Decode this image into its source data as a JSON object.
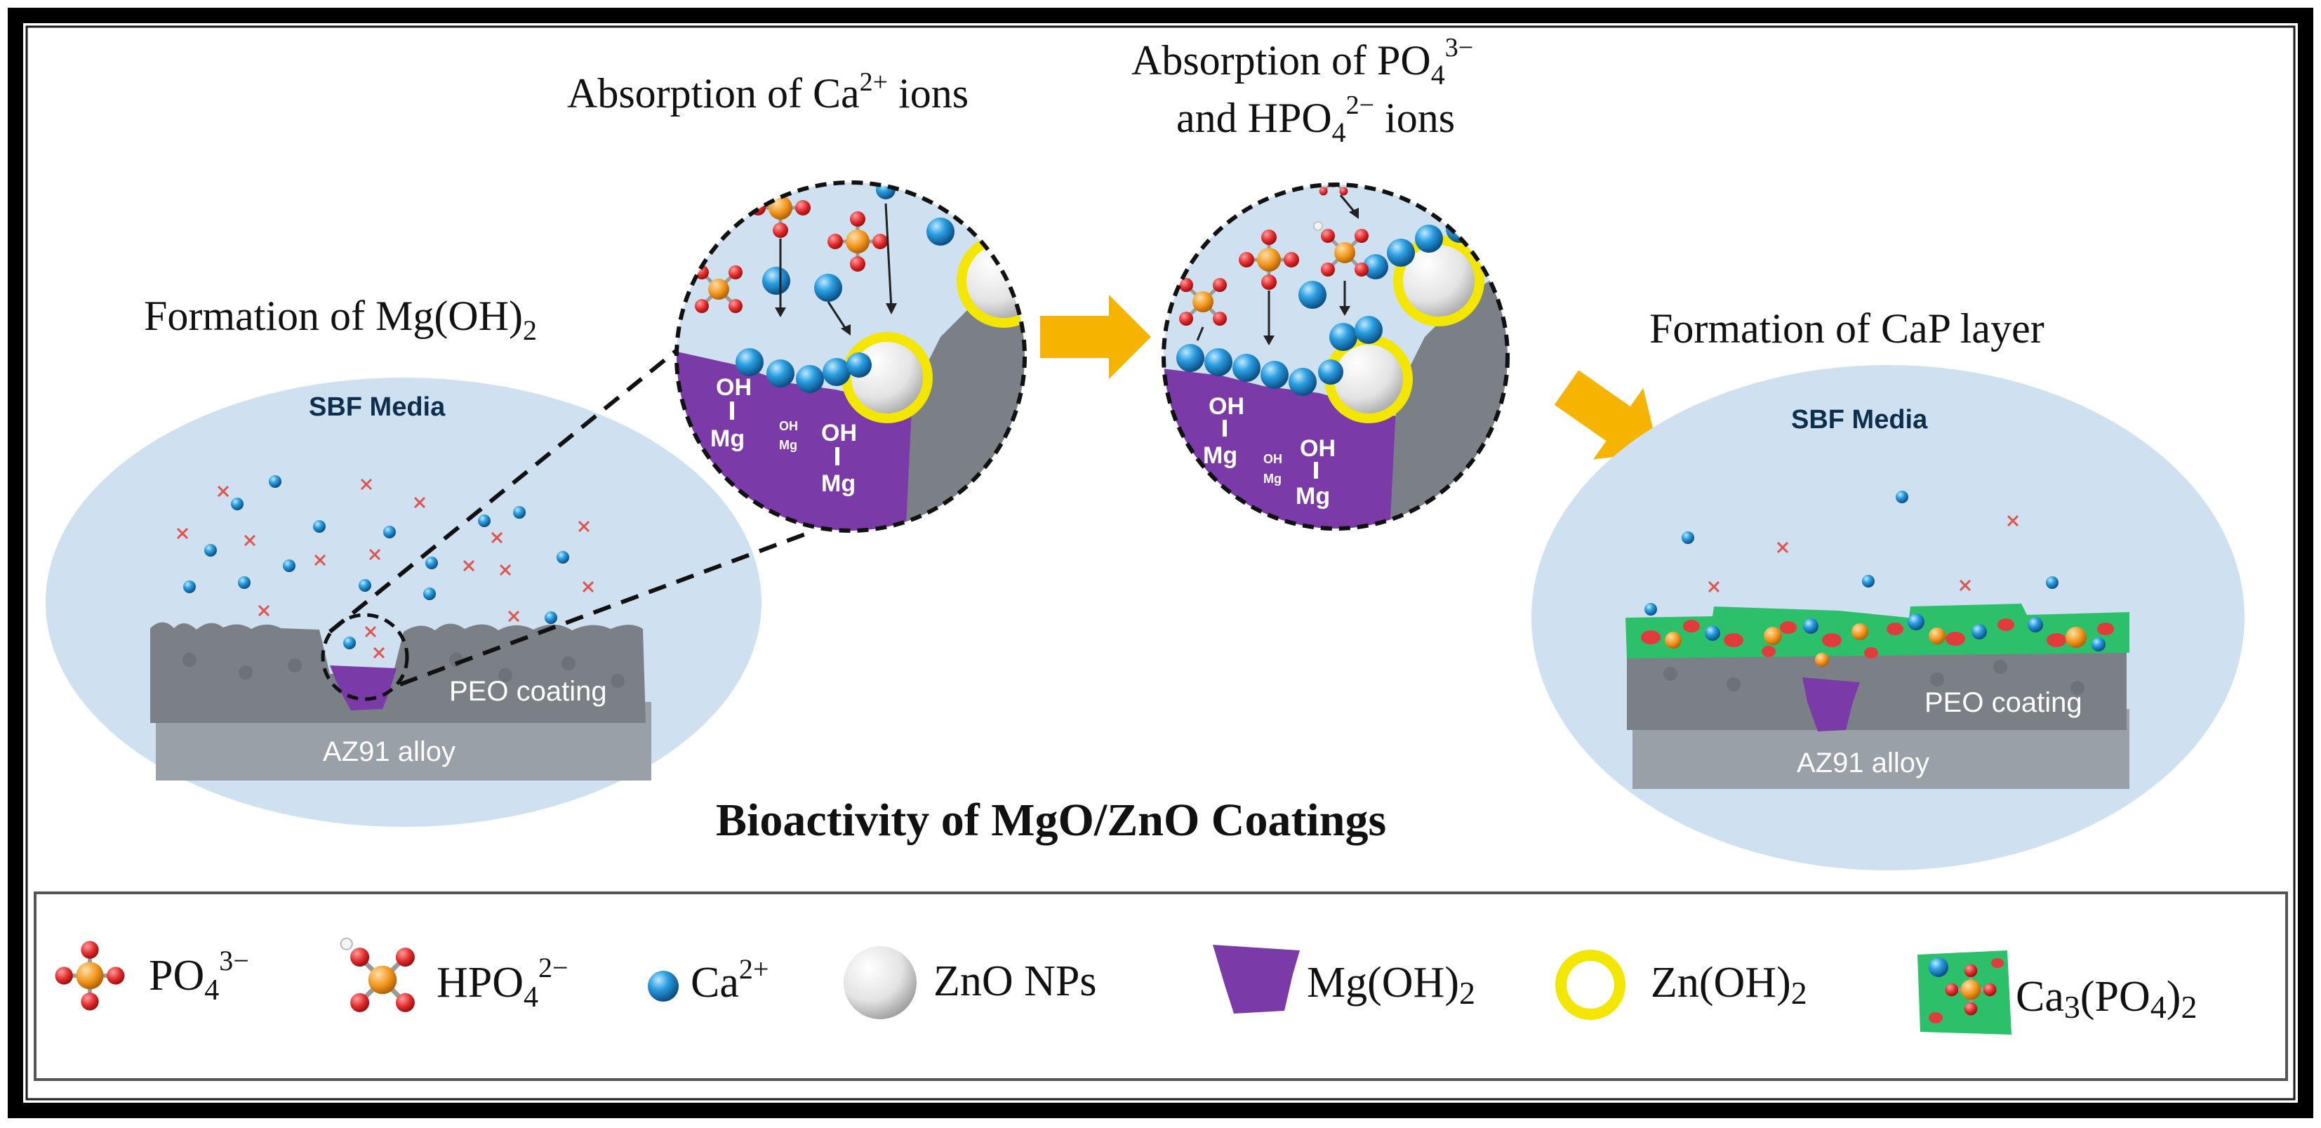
{
  "stages": {
    "left_title": "Formation of Mg(OH)",
    "left_title_sub": "2",
    "left_media": "SBF Media",
    "left_coating": "PEO coating",
    "left_alloy": "AZ91 alloy",
    "zoom1_title_pre": "Absorption of Ca",
    "zoom1_title_sup": "2+",
    "zoom1_title_post": " ions",
    "zoom2_line1_pre": "Absorption of PO",
    "zoom2_line1_sub": "4",
    "zoom2_line1_sup": "3−",
    "zoom2_line2_pre": "and HPO",
    "zoom2_line2_sub": "4",
    "zoom2_line2_sup": "2−",
    "zoom2_line2_post": " ions",
    "right_title": "Formation of CaP  layer",
    "right_media": "SBF Media",
    "right_coating": "PEO coating",
    "right_alloy": "AZ91 alloy",
    "zoom_oh": "OH",
    "zoom_mg": "Mg",
    "main_title": "Bioactivity of MgO/ZnO Coatings"
  },
  "legend": {
    "po4_pre": "PO",
    "po4_sub": "4",
    "po4_sup": "3−",
    "hpo4_pre": "HPO",
    "hpo4_sub": "4",
    "hpo4_sup": "2−",
    "ca_pre": "Ca",
    "ca_sup": "2+",
    "zno": "ZnO NPs",
    "mgoh_pre": "Mg(OH)",
    "mgoh_sub": "2",
    "znoh_pre": "Zn(OH)",
    "znoh_sub": "2",
    "cap_a": "Ca",
    "cap_a_sub": "3",
    "cap_b": "(PO",
    "cap_b_sub": "4",
    "cap_c": ")",
    "cap_c_sub": "2"
  },
  "colors": {
    "media": "#cfe0f1",
    "coating": "#7b8087",
    "alloy": "#9aa0a7",
    "mgoh": "#7a3aa8",
    "ca_ion": "#1f8fd0",
    "phosphate_center": "#f2961c",
    "phosphate_arm": "#e23b3b",
    "zn_oh_ring": "#f3e600",
    "cap_layer": "#2cc06a",
    "arrow": "#f6b300",
    "frame": "#000000"
  }
}
